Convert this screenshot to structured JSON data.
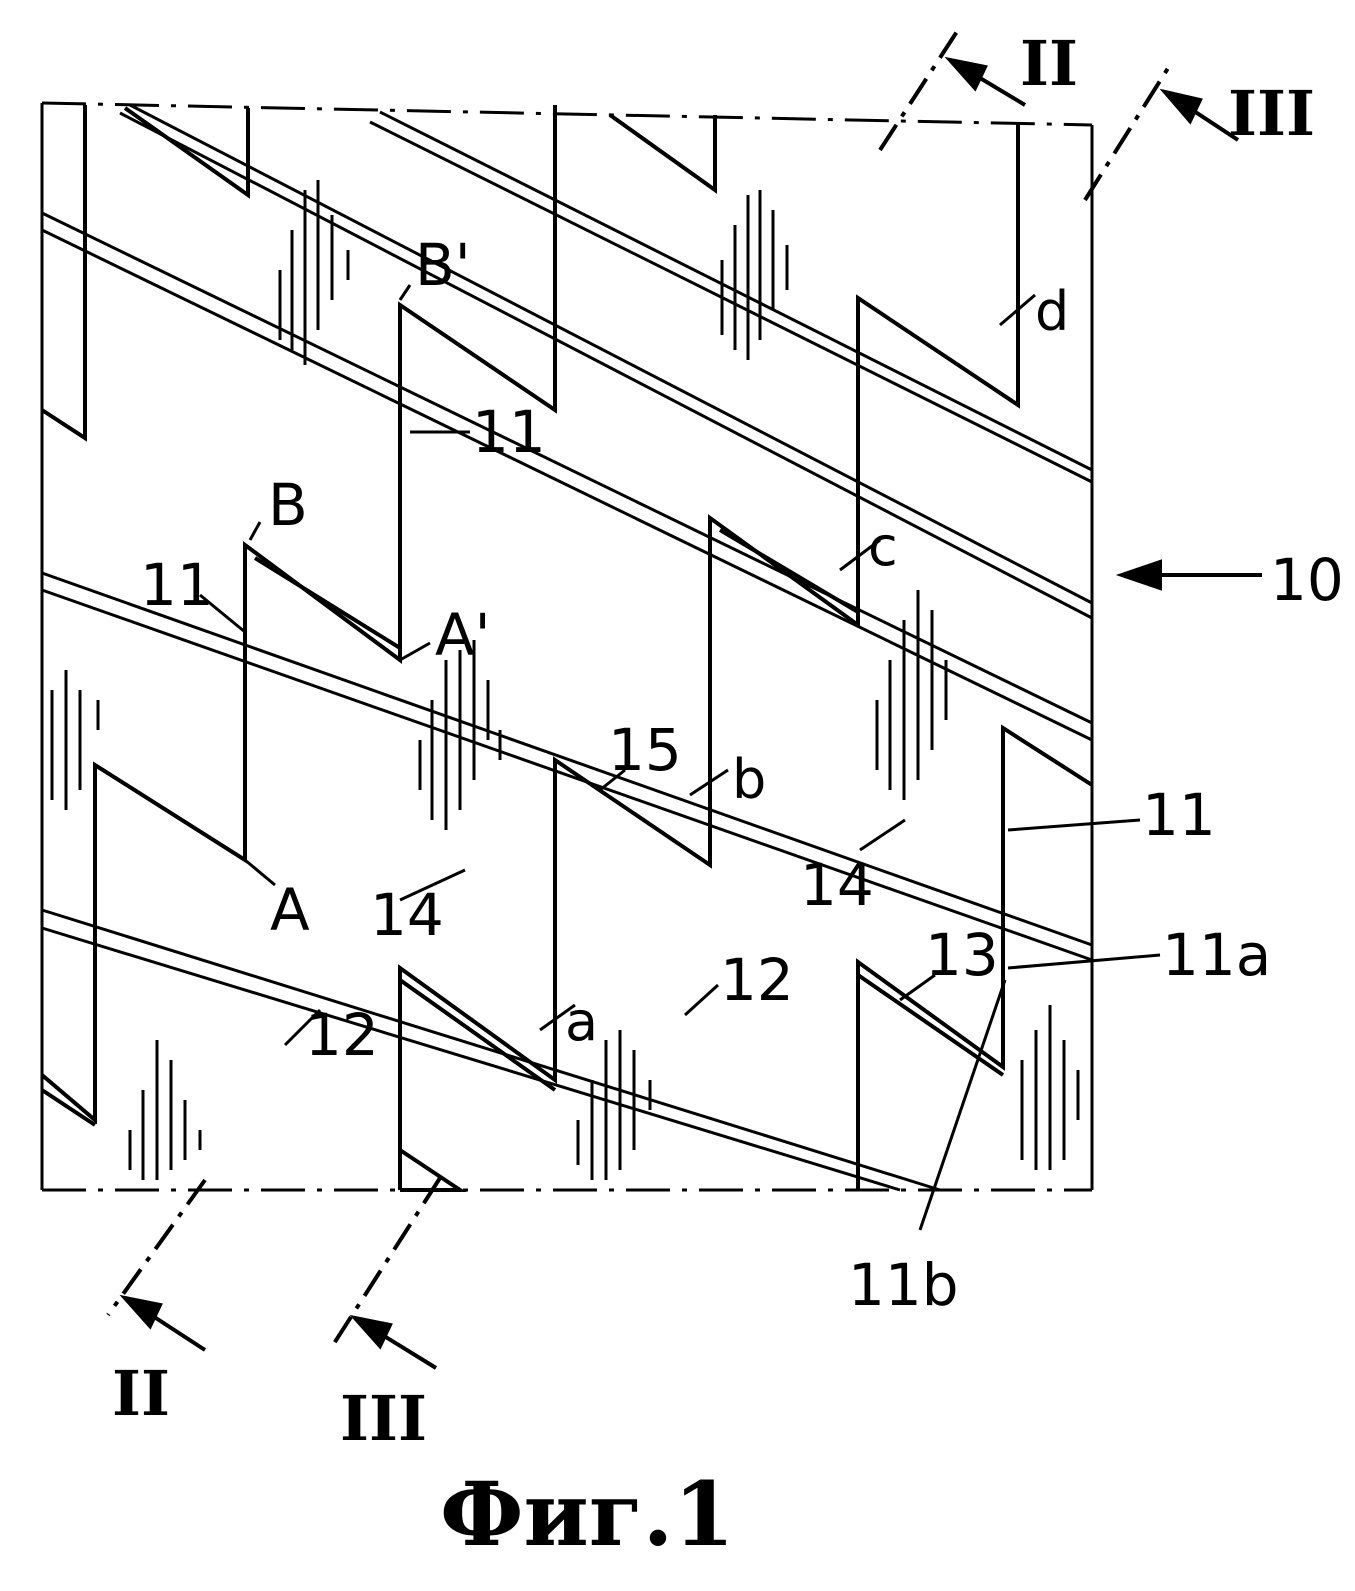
{
  "figure": {
    "caption": "Фиг.1",
    "section_marks": {
      "top_ii": "II",
      "top_iii": "III",
      "bottom_ii": "II",
      "bottom_iii": "III"
    },
    "labels": {
      "ref_10": "10",
      "ref_11_top": "11",
      "ref_11_left": "11",
      "ref_11_right": "11",
      "ref_11a": "11a",
      "ref_11b": "11b",
      "ref_12_left": "12",
      "ref_12_mid": "12",
      "ref_13": "13",
      "ref_14_left": "14",
      "ref_14_right": "14",
      "ref_15": "15",
      "pt_A": "A",
      "pt_B": "B",
      "pt_A_prime": "A'",
      "pt_B_prime": "B'",
      "pt_a": "a",
      "pt_b": "b",
      "pt_c": "c",
      "pt_d": "d"
    }
  }
}
